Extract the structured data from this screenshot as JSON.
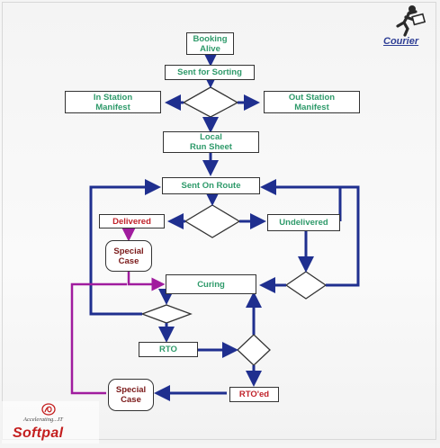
{
  "header": {
    "courier_label": "Courier",
    "courier_icon": "running-courier-icon"
  },
  "nodes": {
    "booking_alive": "Booking\nAlive",
    "sent_for_sorting": "Sent for Sorting",
    "in_station_manifest": "In  Station\nManifest",
    "out_station_manifest": "Out  Station\nManifest",
    "local_run_sheet": "Local\nRun Sheet",
    "sent_on_route": "Sent On Route",
    "delivered": "Delivered",
    "undelivered": "Undelivered",
    "special_case_top": "Special\nCase",
    "curing": "Curing",
    "rto": "RTO",
    "rto_ed": "RTO'ed",
    "special_case_bottom": "Special\nCase"
  },
  "logo": {
    "tagline": "Accelerating...IT",
    "name": "Softpal",
    "brand_color": "#c41e1e"
  },
  "colors": {
    "connector": "#1f2f8f",
    "special_connector": "#a01c9e",
    "box_text_green": "#2e9a6a",
    "box_text_red": "#c0222a"
  }
}
